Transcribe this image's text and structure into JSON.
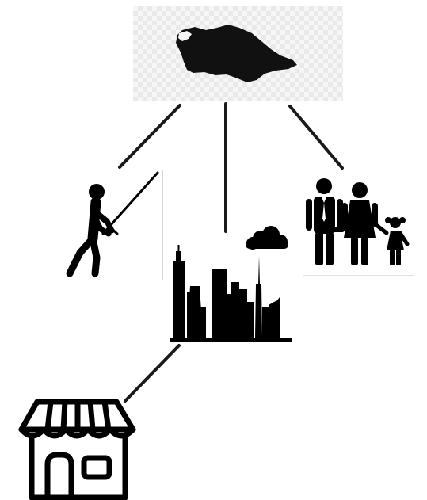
{
  "diagram": {
    "type": "hierarchy",
    "colors": {
      "line": "#1a1a1a",
      "icon": "#000000",
      "background": "#ffffff"
    },
    "nodes": [
      {
        "id": "map",
        "icon": "turkmenistan-map-icon"
      },
      {
        "id": "warrior",
        "icon": "swordsman-icon"
      },
      {
        "id": "city",
        "icon": "city-skyline-icon"
      },
      {
        "id": "family",
        "icon": "family-icon"
      },
      {
        "id": "shop",
        "icon": "shop-icon"
      }
    ],
    "edges": [
      {
        "from": "map",
        "to": "warrior"
      },
      {
        "from": "map",
        "to": "city"
      },
      {
        "from": "map",
        "to": "family"
      },
      {
        "from": "city",
        "to": "shop"
      }
    ]
  }
}
